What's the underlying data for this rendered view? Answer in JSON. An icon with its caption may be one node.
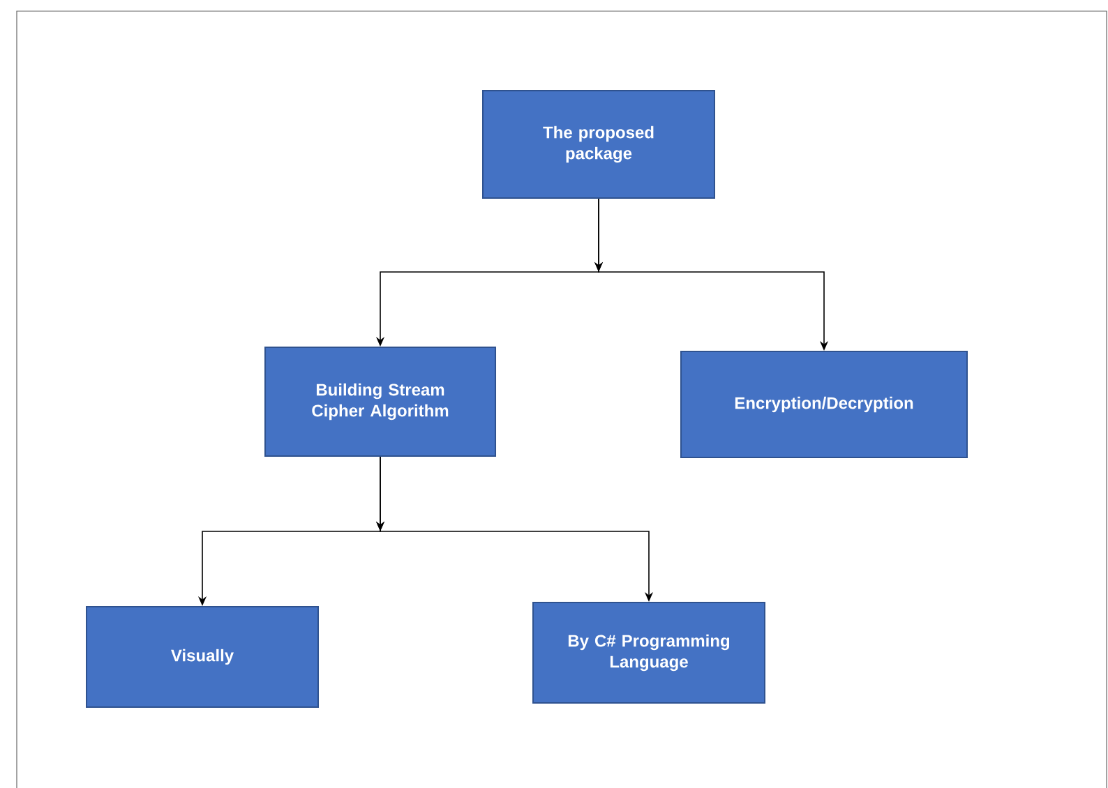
{
  "diagram": {
    "nodes": [
      {
        "text": [
          "The proposed package"
        ]
      },
      {
        "text": [
          "Building Stream Cipher Algorithm"
        ]
      },
      {
        "text": [
          "Encryption/Decryption"
        ]
      },
      {
        "text": [
          "Visually"
        ]
      },
      {
        "text": [
          "By C# Programming Language"
        ]
      }
    ],
    "edges": [
      {
        "from": 0,
        "to": 1,
        "arrow": "to"
      },
      {
        "from": 0,
        "to": 2,
        "arrow": "to"
      },
      {
        "from": 1,
        "to": 3,
        "arrow": "to"
      },
      {
        "from": 1,
        "to": 4,
        "arrow": "to"
      }
    ]
  }
}
